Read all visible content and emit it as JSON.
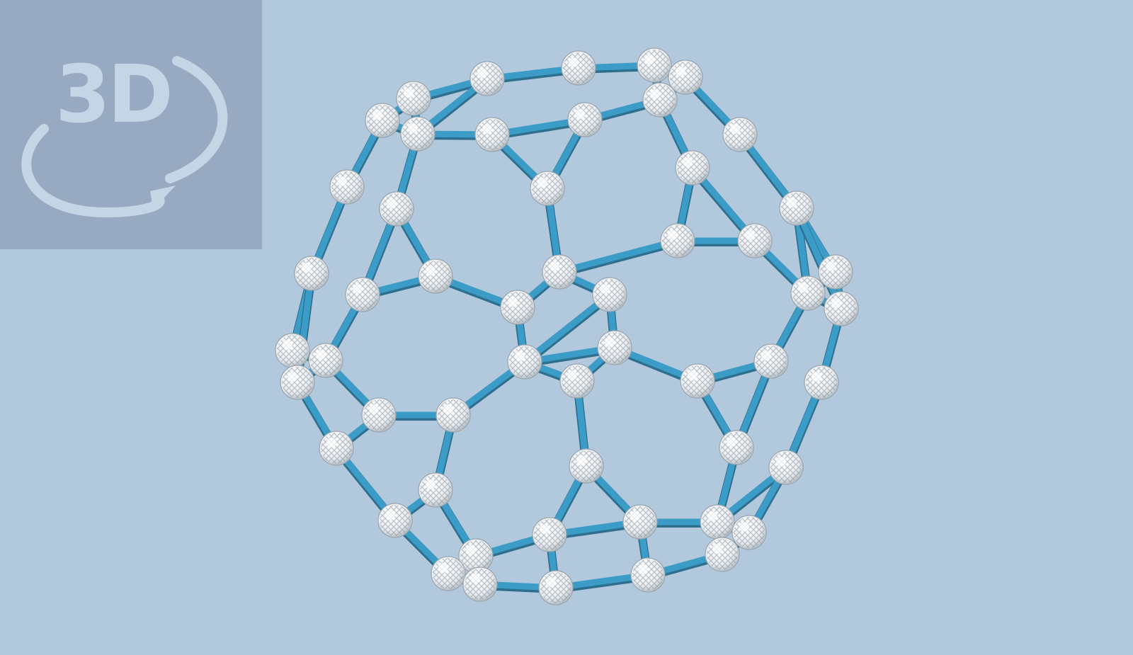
{
  "viewer": {
    "badge": {
      "text": "3D",
      "icon": "rotate-3d-icon"
    },
    "model": {
      "name": "snub-dodecahedron-frame",
      "icon": "polyhedron-model"
    },
    "colors": {
      "background": "#b2c8dc",
      "badge_bg": "#97aac1",
      "badge_fg": "#c5d5e5",
      "strut": "#3c9cc8",
      "strut_dark": "#2e6f8e",
      "node": "#f1f3f5",
      "node_line": "#9aa3ab"
    }
  }
}
